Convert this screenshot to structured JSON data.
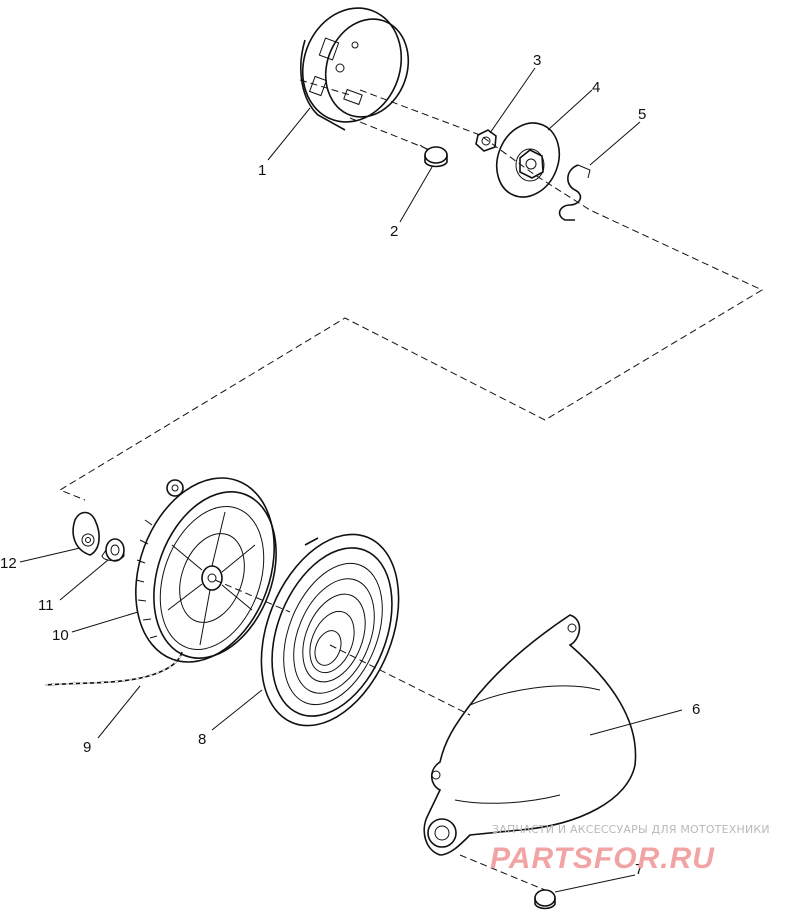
{
  "diagram": {
    "callouts": [
      {
        "id": "1",
        "label": "1"
      },
      {
        "id": "2",
        "label": "2"
      },
      {
        "id": "3",
        "label": "3"
      },
      {
        "id": "4",
        "label": "4"
      },
      {
        "id": "5",
        "label": "5"
      },
      {
        "id": "6",
        "label": "6"
      },
      {
        "id": "7",
        "label": "7"
      },
      {
        "id": "8",
        "label": "8"
      },
      {
        "id": "9",
        "label": "9"
      },
      {
        "id": "10",
        "label": "10"
      },
      {
        "id": "11",
        "label": "11"
      },
      {
        "id": "12",
        "label": "12"
      }
    ]
  },
  "watermark": {
    "tagline": "ЗАПЧАСТИ И АКСЕССУАРЫ ДЛЯ МОТОТЕХНИКИ",
    "brand": "PARTSFOR.RU",
    "color": "#e86a6a"
  }
}
